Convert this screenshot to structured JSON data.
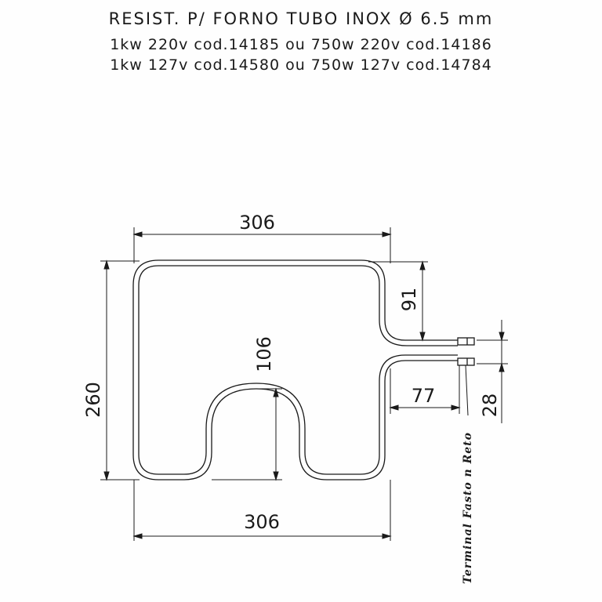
{
  "header": {
    "title": "RESIST. P/ FORNO TUBO INOX Ø 6.5 mm",
    "line1": "1kw  220v  cod.14185  ou  750w  220v  cod.14186",
    "line2": "1kw  127v  cod.14580  ou  750w  127v  cod.14784"
  },
  "dimensions": {
    "top_width": "306",
    "bottom_width": "306",
    "height": "260",
    "notch_depth": "106",
    "upper_leg": "91",
    "terminal_length": "77",
    "terminal_gap": "28"
  },
  "label": {
    "terminal": "Terminal  Fasto n  Reto"
  }
}
